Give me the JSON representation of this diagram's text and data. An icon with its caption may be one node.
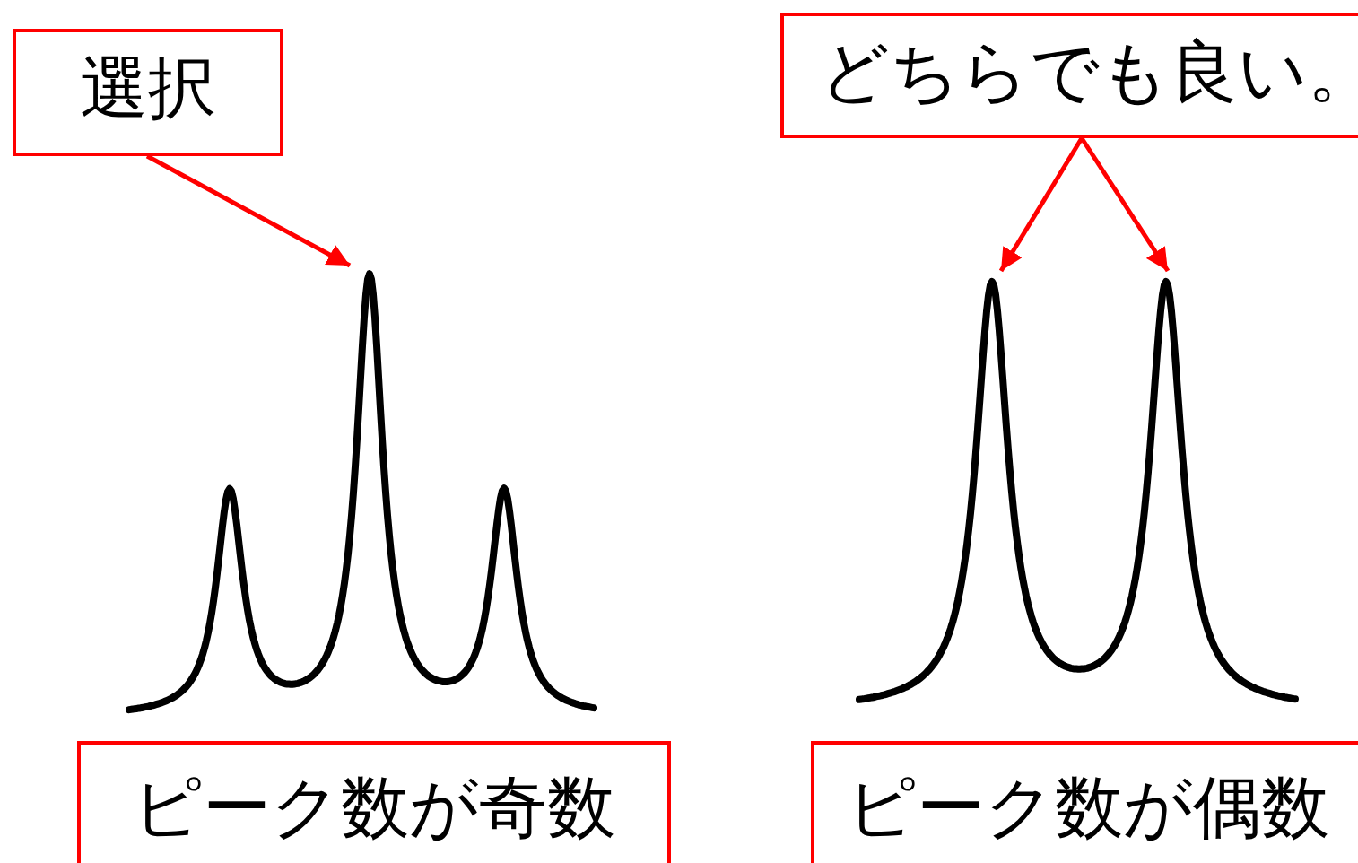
{
  "diagram": {
    "nodes": [
      {
        "text": [
          "選択"
        ]
      },
      {
        "text": [
          "どちらでも良い。"
        ]
      },
      {
        "text": [
          "ピーク数が奇数"
        ]
      },
      {
        "text": [
          "ピーク数が偶数"
        ]
      }
    ],
    "edges": [
      {
        "from": 0,
        "to": null,
        "arrow": "to"
      },
      {
        "from": 1,
        "to": null,
        "arrow": "to"
      },
      {
        "from": 1,
        "to": null,
        "arrow": "to"
      }
    ]
  }
}
